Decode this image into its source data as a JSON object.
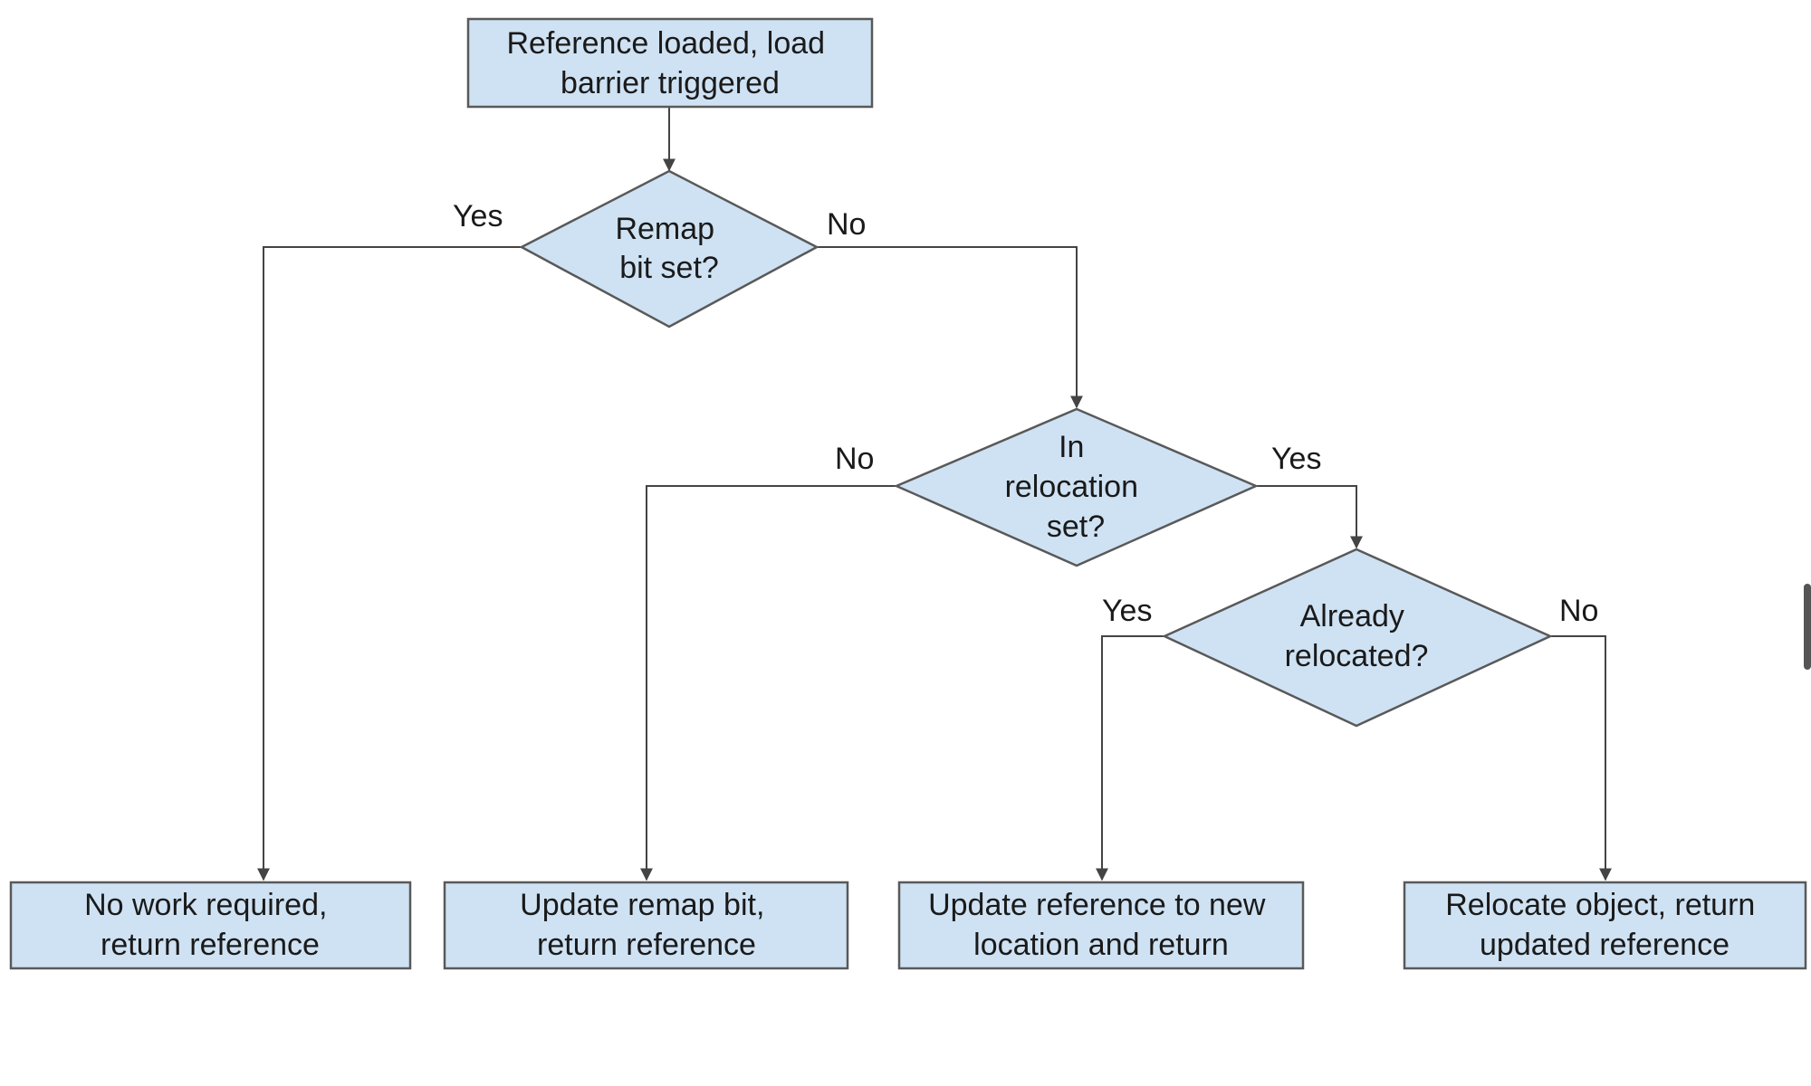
{
  "flowchart": {
    "start": {
      "lines": [
        "Reference loaded, load",
        "barrier triggered"
      ]
    },
    "decisions": {
      "remap": {
        "lines": [
          "Remap",
          "bit set?"
        ]
      },
      "relocation": {
        "lines": [
          "In",
          "relocation",
          "set?"
        ]
      },
      "already": {
        "lines": [
          "Already",
          "relocated?"
        ]
      }
    },
    "outcomes": {
      "no_work": {
        "lines": [
          "No work required,",
          "return reference"
        ]
      },
      "update_remap": {
        "lines": [
          "Update remap bit,",
          "return reference"
        ]
      },
      "update_ref": {
        "lines": [
          "Update reference to new",
          "location and return"
        ]
      },
      "relocate": {
        "lines": [
          "Relocate object, return",
          "updated reference"
        ]
      }
    },
    "edge_labels": {
      "remap_yes": "Yes",
      "remap_no": "No",
      "relocation_no": "No",
      "relocation_yes": "Yes",
      "already_yes": "Yes",
      "already_no": "No"
    }
  }
}
